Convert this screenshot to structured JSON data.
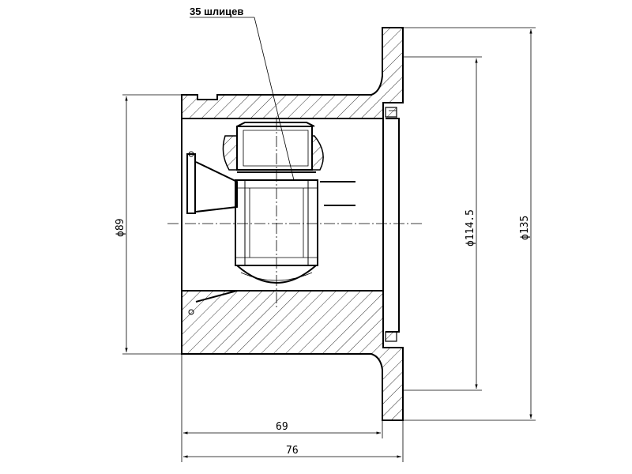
{
  "callout": {
    "splines": "35 шлицев"
  },
  "dimensions": {
    "d89": "ϕ89",
    "d114_5": "ϕ114.5",
    "d135": "ϕ135",
    "len69": "69",
    "len76": "76"
  }
}
